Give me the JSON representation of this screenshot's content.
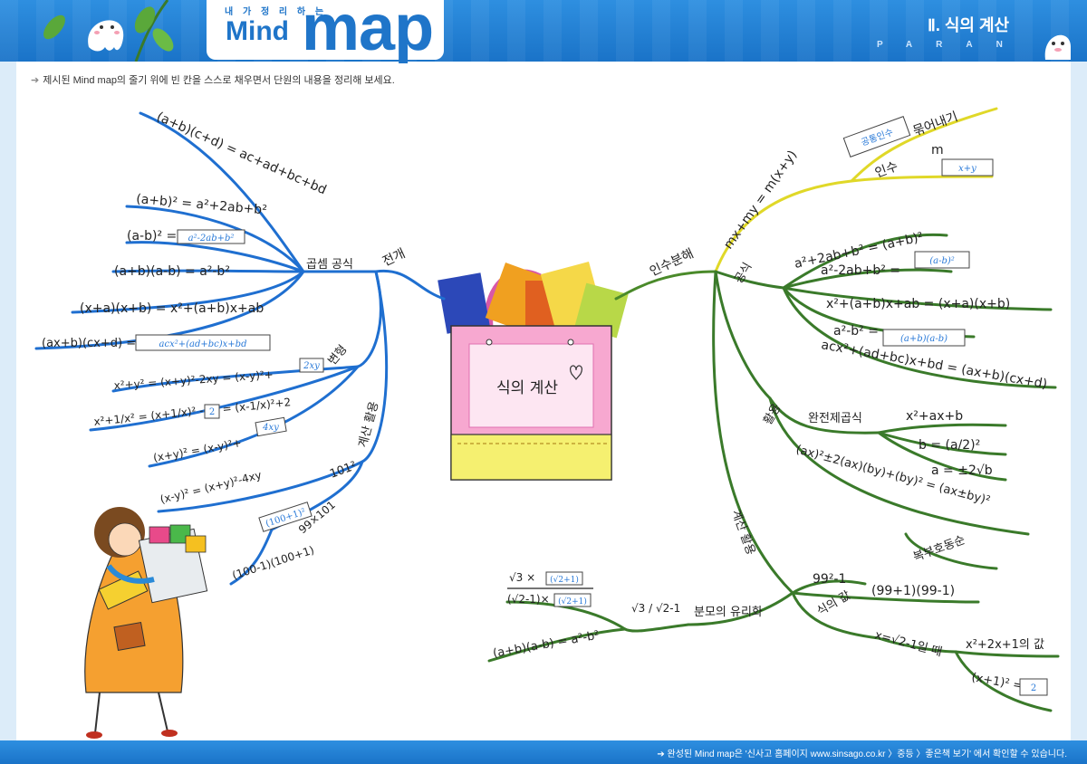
{
  "header": {
    "subtitle": "내 가  정 리 하 는",
    "title_mind": "Mind",
    "title_map": "map",
    "chapter": "Ⅱ. 식의 계산",
    "brand": "PARAN"
  },
  "instruction": "제시된 Mind map의 줄기 위에 빈 칸을 스스로 채우면서 단원의 내용을 정리해 보세요.",
  "footer": "완성된 Mind map은 '신사고 홈페이지 www.sinsago.co.kr 〉중등 〉좋은책 보기' 에서 확인할 수 있습니다.",
  "center": {
    "label": "식의 계산"
  },
  "left": {
    "expand": "전개",
    "mult_formula": "곱셈 공식",
    "transform": "변형",
    "calc_use": "계산 활용",
    "f1": "(a+b)(c+d) = ac+ad+bc+bd",
    "f2": "(a+b)² = a²+2ab+b²",
    "f3": "(a-b)² =",
    "f3_box": "a²-2ab+b²",
    "f4": "(a+b)(a-b) = a²-b²",
    "f5": "(x+a)(x+b) = x²+(a+b)x+ab",
    "f6": "(ax+b)(cx+d) =",
    "f6_box": "acx²+(ad+bc)x+bd",
    "t1": "x²+y² = (x+y)²-2xy = (x-y)²+",
    "t1_box": "2xy",
    "t2a": "x²+1/x² = (x+1/x)² -",
    "t2_box": "2",
    "t2b": "= (x-1/x)²+2",
    "t3": "(x+y)² = (x-y)²+",
    "t3_box": "4xy",
    "t4": "(x-y)² = (x+y)²-4xy",
    "c1": "101²",
    "c1_box": "(100+1)²",
    "c2": "99×101",
    "c3": "(100-1)(100+1)"
  },
  "right": {
    "factor": "인수분해",
    "common_factor": "공통인수",
    "bundle": "묶어내기",
    "factor_label": "인수",
    "m": "m",
    "m_box": "x+y",
    "r_main": "mx+my = m(x+y)",
    "formula": "공식",
    "p1": "a²+2ab+b² = (a+b)²",
    "p2": "a²-2ab+b² =",
    "p2_box": "(a-b)²",
    "p3": "x²+(a+b)x+ab = (x+a)(x+b)",
    "p4": "a²-b² =",
    "p4_box": "(a+b)(a-b)",
    "p5": "acx²+(ad+bc)x+bd = (ax+b)(cx+d)",
    "use": "활용",
    "perfect_square": "완전제곱식",
    "ps1": "x²+ax+b",
    "ps2": "b = (a/2)²",
    "ps3": "a = ±2√b",
    "ps4": "(ax)²±2(ax)(by)+(by)² = (ax±by)²",
    "double_sign": "복부호동순",
    "calc_use": "계산 활용",
    "k1": "99²-1",
    "k2": "(99+1)(99-1)",
    "value": "식의 값",
    "k3": "x=√2-1일 때",
    "k4": "x²+2x+1의 값",
    "k5": "(x+1)² =",
    "k5_box": "2",
    "rational": "분모의 유리화",
    "k6": "√3 / √2-1",
    "k7": "√3 ×",
    "k7_box": "(√2+1)",
    "k8": "(√2-1)×",
    "k8_box": "(√2+1)",
    "k9": "(a+b)(a-b) = a²-b²"
  }
}
